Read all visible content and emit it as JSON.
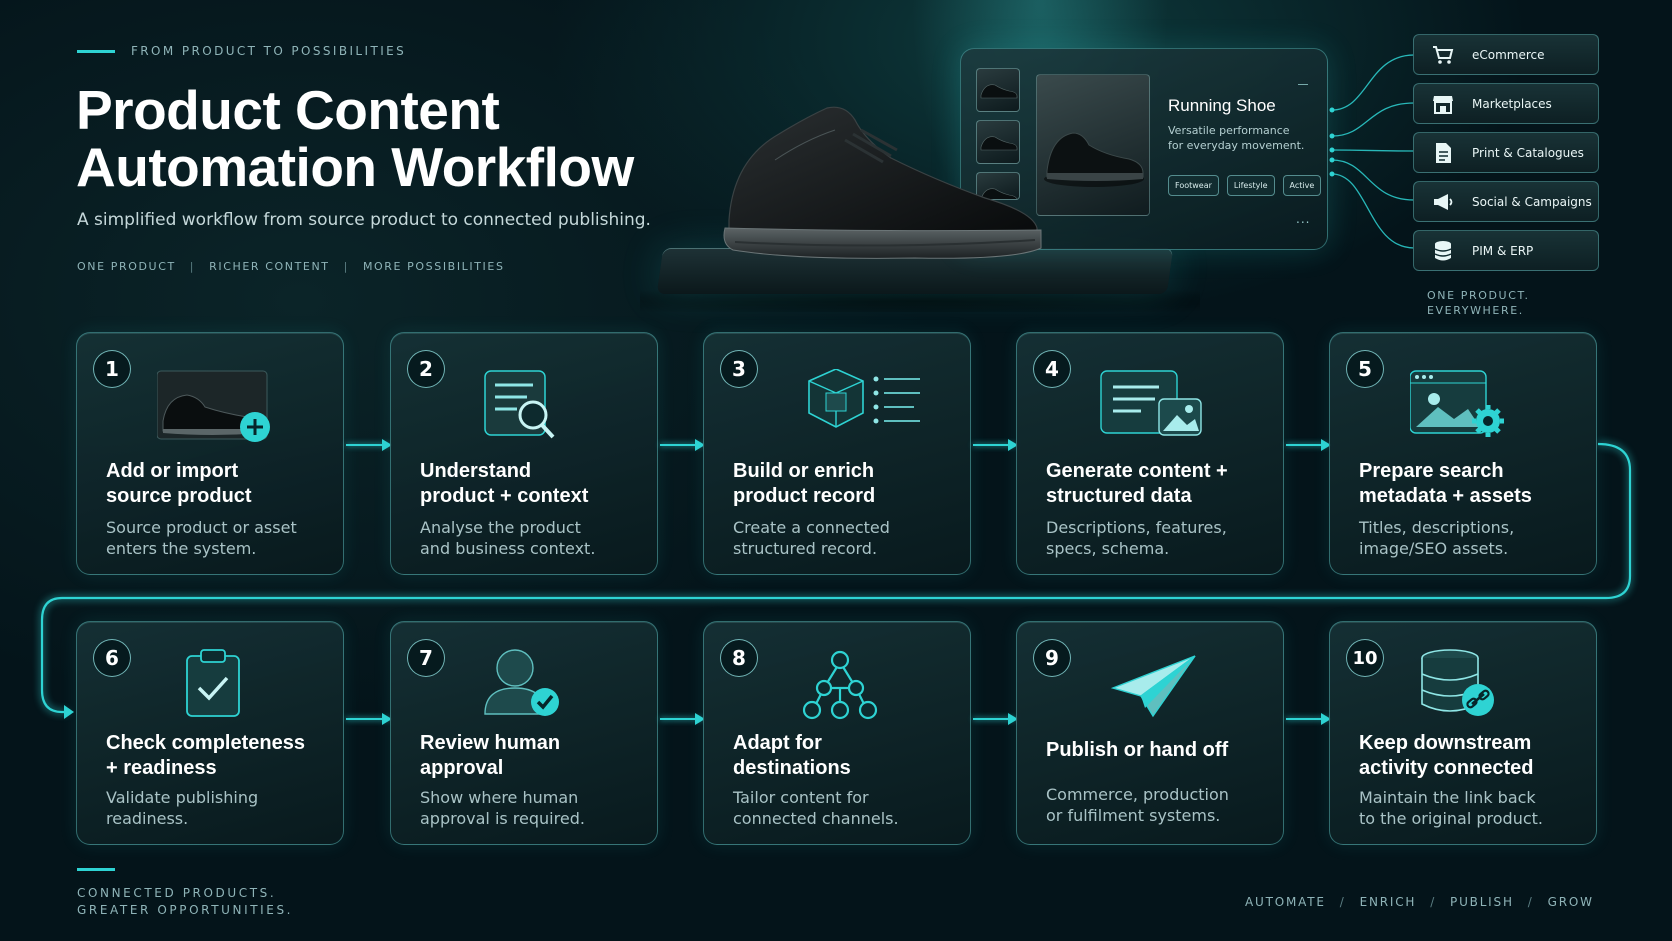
{
  "header": {
    "eyebrow": "FROM PRODUCT TO POSSIBILITIES",
    "title_line1": "Product Content",
    "title_line2": "Automation Workflow",
    "subtitle": "A simplified workflow from source product to connected publishing.",
    "tags": [
      "ONE PRODUCT",
      "RICHER CONTENT",
      "MORE POSSIBILITIES"
    ]
  },
  "product_card": {
    "title": "Running Shoe",
    "description": "Versatile performance for everyday movement.",
    "chips": [
      "Footwear",
      "Lifestyle",
      "Active"
    ],
    "more": "..."
  },
  "channels": {
    "items": [
      {
        "label": "eCommerce",
        "icon": "cart-icon"
      },
      {
        "label": "Marketplaces",
        "icon": "storefront-icon"
      },
      {
        "label": "Print & Catalogues",
        "icon": "document-icon"
      },
      {
        "label": "Social & Campaigns",
        "icon": "megaphone-icon"
      },
      {
        "label": "PIM & ERP",
        "icon": "database-icon"
      }
    ],
    "tagline_line1": "ONE PRODUCT.",
    "tagline_line2": "EVERYWHERE."
  },
  "steps": [
    {
      "num": "1",
      "title1": "Add or import",
      "title2": "source product",
      "desc1": "Source product or asset",
      "desc2": "enters the system.",
      "icon": "shoe-add-icon"
    },
    {
      "num": "2",
      "title1": "Understand",
      "title2": "product + context",
      "desc1": "Analyse the product",
      "desc2": "and business context.",
      "icon": "document-search-icon"
    },
    {
      "num": "3",
      "title1": "Build or enrich",
      "title2": "product record",
      "desc1": "Create a connected",
      "desc2": "structured record.",
      "icon": "cube-list-icon"
    },
    {
      "num": "4",
      "title1": "Generate content +",
      "title2": "structured data",
      "desc1": "Descriptions, features,",
      "desc2": "specs, schema.",
      "icon": "content-image-icon"
    },
    {
      "num": "5",
      "title1": "Prepare search",
      "title2": "metadata + assets",
      "desc1": "Titles, descriptions,",
      "desc2": "image/SEO assets.",
      "icon": "image-settings-icon"
    },
    {
      "num": "6",
      "title1": "Check completeness",
      "title2": "+ readiness",
      "desc1": "Validate publishing",
      "desc2": "readiness.",
      "icon": "clipboard-check-icon"
    },
    {
      "num": "7",
      "title1": "Review human",
      "title2": "approval",
      "desc1": "Show where human",
      "desc2": "approval is required.",
      "icon": "user-check-icon"
    },
    {
      "num": "8",
      "title1": "Adapt for",
      "title2": "destinations",
      "desc1": "Tailor content for",
      "desc2": "connected channels.",
      "icon": "network-icon"
    },
    {
      "num": "9",
      "title1": "Publish or hand off",
      "title2": "",
      "desc1": "Commerce, production",
      "desc2": "or fulfilment systems.",
      "icon": "paper-plane-icon"
    },
    {
      "num": "10",
      "title1": "Keep downstream",
      "title2": "activity connected",
      "desc1": "Maintain the link back",
      "desc2": "to the original product.",
      "icon": "database-link-icon"
    }
  ],
  "footer": {
    "left_line1": "CONNECTED PRODUCTS.",
    "left_line2": "GREATER OPPORTUNITIES.",
    "right": [
      "AUTOMATE",
      "ENRICH",
      "PUBLISH",
      "GROW"
    ]
  },
  "colors": {
    "accent": "#2ed3d3",
    "background": "#04141a",
    "card": "#0f2a2e"
  }
}
